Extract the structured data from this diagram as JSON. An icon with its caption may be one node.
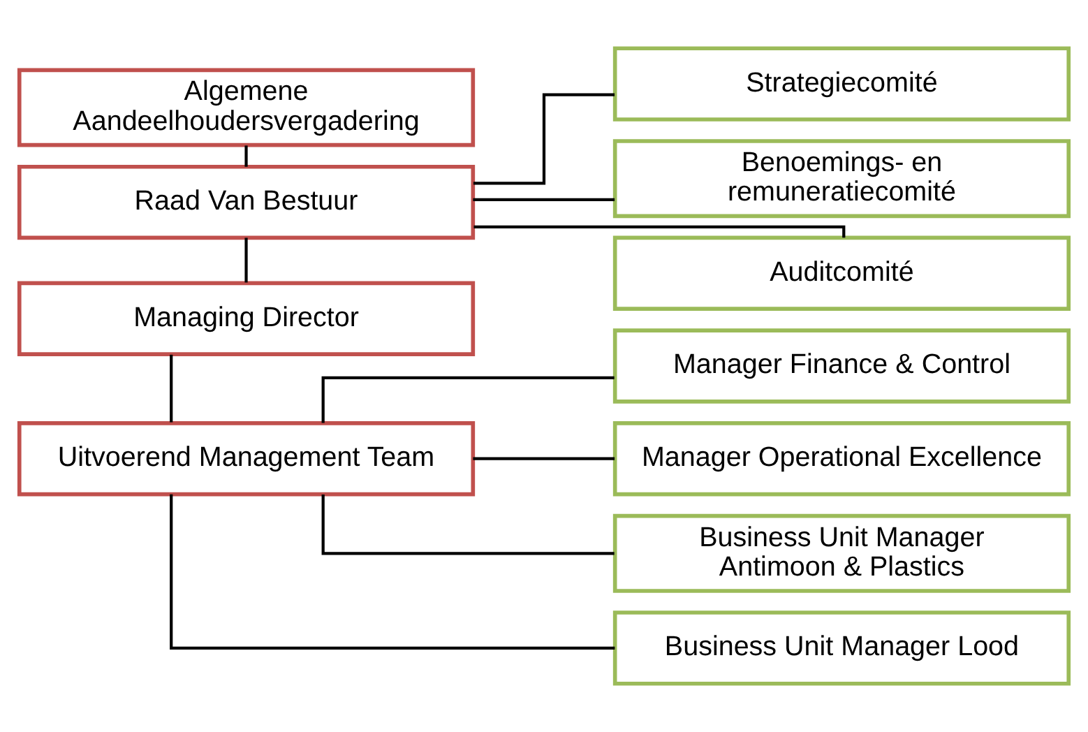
{
  "diagram": {
    "nodes": [
      {
        "text": [
          "Algemene Aandeelhoudersvergadering"
        ]
      },
      {
        "text": [
          "Raad Van Bestuur"
        ]
      },
      {
        "text": [
          "Managing Director"
        ]
      },
      {
        "text": [
          "Uitvoerend Management Team"
        ]
      },
      {
        "text": [
          "Strategiecomité"
        ]
      },
      {
        "text": [
          "Benoemings- en remuneratiecomité"
        ]
      },
      {
        "text": [
          "Auditcomité"
        ]
      },
      {
        "text": [
          "Manager Finance & Control"
        ]
      },
      {
        "text": [
          "Manager Operational Excellence"
        ]
      },
      {
        "text": [
          "Business Unit Manager Antimoon & Plastics"
        ]
      },
      {
        "text": [
          "Business Unit Manager Lood"
        ]
      }
    ],
    "edges": [
      {
        "from": 0,
        "to": 1,
        "arrow": "none"
      },
      {
        "from": 1,
        "to": 2,
        "arrow": "none"
      },
      {
        "from": 2,
        "to": 3,
        "arrow": "none"
      },
      {
        "from": 1,
        "to": 4,
        "arrow": "none"
      },
      {
        "from": 1,
        "to": 5,
        "arrow": "none"
      },
      {
        "from": 1,
        "to": 6,
        "arrow": "none"
      },
      {
        "from": 3,
        "to": 7,
        "arrow": "none"
      },
      {
        "from": 3,
        "to": 8,
        "arrow": "none"
      },
      {
        "from": 3,
        "to": 9,
        "arrow": "none"
      },
      {
        "from": 3,
        "to": 10,
        "arrow": "none"
      }
    ]
  }
}
